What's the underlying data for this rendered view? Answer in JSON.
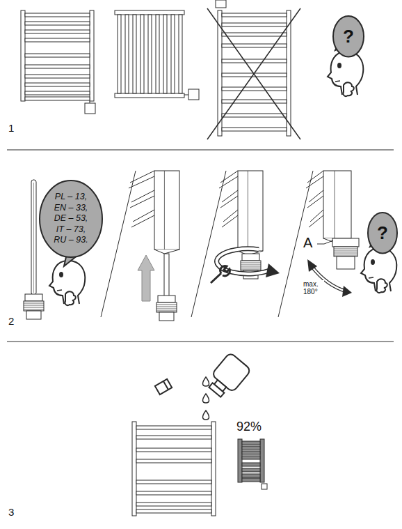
{
  "diagram": {
    "nodes": [
      {
        "text": [
          "?"
        ]
      },
      {
        "text": [
          "PL – 13, EN – 33, DE – 53, IT – 73, RU – 93."
        ]
      },
      {
        "text": [
          "?"
        ]
      }
    ],
    "labels": [
      "1",
      "2",
      "3",
      "A",
      "max. 180°",
      "92%"
    ]
  }
}
